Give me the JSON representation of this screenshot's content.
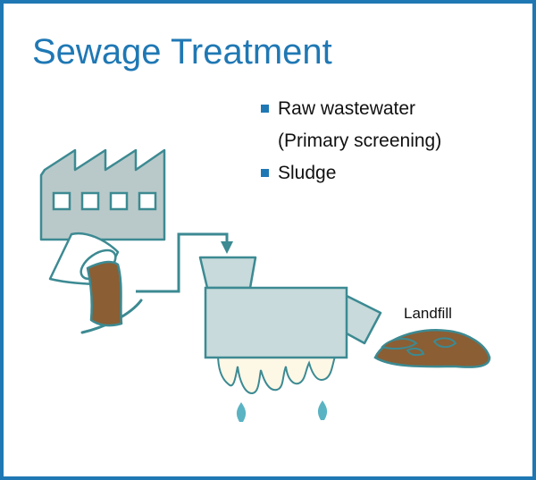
{
  "title": "Sewage Treatment",
  "legend": {
    "items": [
      {
        "text": "Raw wastewater",
        "subtext": "(Primary screening)"
      },
      {
        "text": "Sludge",
        "subtext": ""
      }
    ]
  },
  "labels": {
    "landfill": "Landfill"
  },
  "colors": {
    "accent": "#1f78b4",
    "outline": "#3c8a92",
    "machine_fill": "#c8dadb",
    "factory_fill": "#b9c9c9",
    "sludge": "#8b5e34",
    "drip": "#fdf7e6",
    "drop": "#5ab3c2"
  }
}
